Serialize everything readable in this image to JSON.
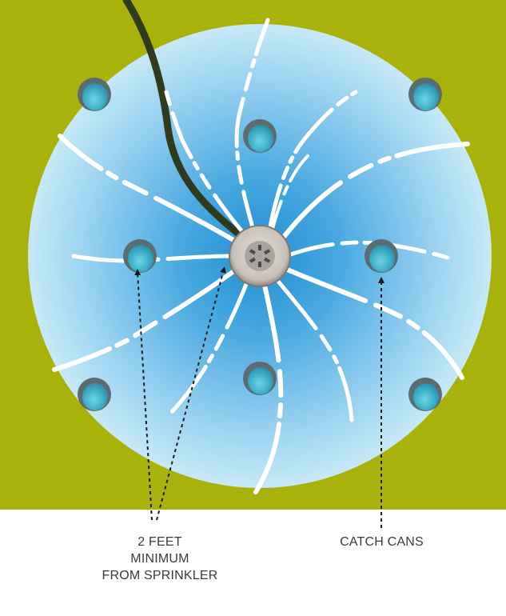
{
  "labels": {
    "distance": [
      "2 FEET",
      "MINIMUM",
      "FROM SPRINKLER"
    ],
    "catch_cans": "CATCH CANS"
  },
  "colors": {
    "lawn": "#a8b20a",
    "spray_center": "#1f8fd2",
    "spray_edge": "#b7e2f5",
    "hose": "#2f3b1c",
    "can_rim": "#5b6b6e",
    "can_fill": "#3fb0c8",
    "sprinkler_head": "#c9c2bb",
    "water_jets": "#ffffff",
    "arrows": "#1a1a1a",
    "label_text": "#3a3a3a"
  },
  "icons": {
    "sprinkler": "sprinkler-head-icon",
    "catch_can": "catch-can-icon",
    "hose": "hose-icon"
  }
}
